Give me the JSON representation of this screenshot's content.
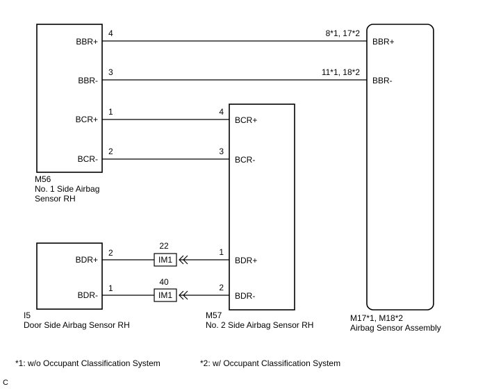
{
  "components": {
    "m56": {
      "code": "M56",
      "name_line1": "No. 1 Side Airbag",
      "name_line2": "Sensor RH",
      "terminals": [
        {
          "label": "BBR+",
          "pin": "4"
        },
        {
          "label": "BBR-",
          "pin": "3"
        },
        {
          "label": "BCR+",
          "pin": "1"
        },
        {
          "label": "BCR-",
          "pin": "2"
        }
      ]
    },
    "i5": {
      "code": "I5",
      "name": "Door Side Airbag Sensor RH",
      "terminals": [
        {
          "label": "BDR+",
          "pin": "2"
        },
        {
          "label": "BDR-",
          "pin": "1"
        }
      ]
    },
    "m57": {
      "code": "M57",
      "name": "No. 2 Side Airbag Sensor RH",
      "terminals": [
        {
          "label": "BCR+",
          "pin": "4"
        },
        {
          "label": "BCR-",
          "pin": "3"
        },
        {
          "label": "BDR+",
          "pin": "1"
        },
        {
          "label": "BDR-",
          "pin": "2"
        }
      ]
    },
    "assembly": {
      "code": "M17*1, M18*2",
      "name": "Airbag Sensor Assembly",
      "terminals": [
        {
          "label": "BBR+",
          "pin": "8*1, 17*2"
        },
        {
          "label": "BBR-",
          "pin": "11*1, 18*2"
        }
      ]
    }
  },
  "junction_connectors": [
    {
      "name": "IM1",
      "pin": "22"
    },
    {
      "name": "IM1",
      "pin": "40"
    }
  ],
  "notes": {
    "note1": "*1: w/o Occupant Classification System",
    "note2": "*2: w/ Occupant Classification System"
  },
  "figure_mark": "C"
}
